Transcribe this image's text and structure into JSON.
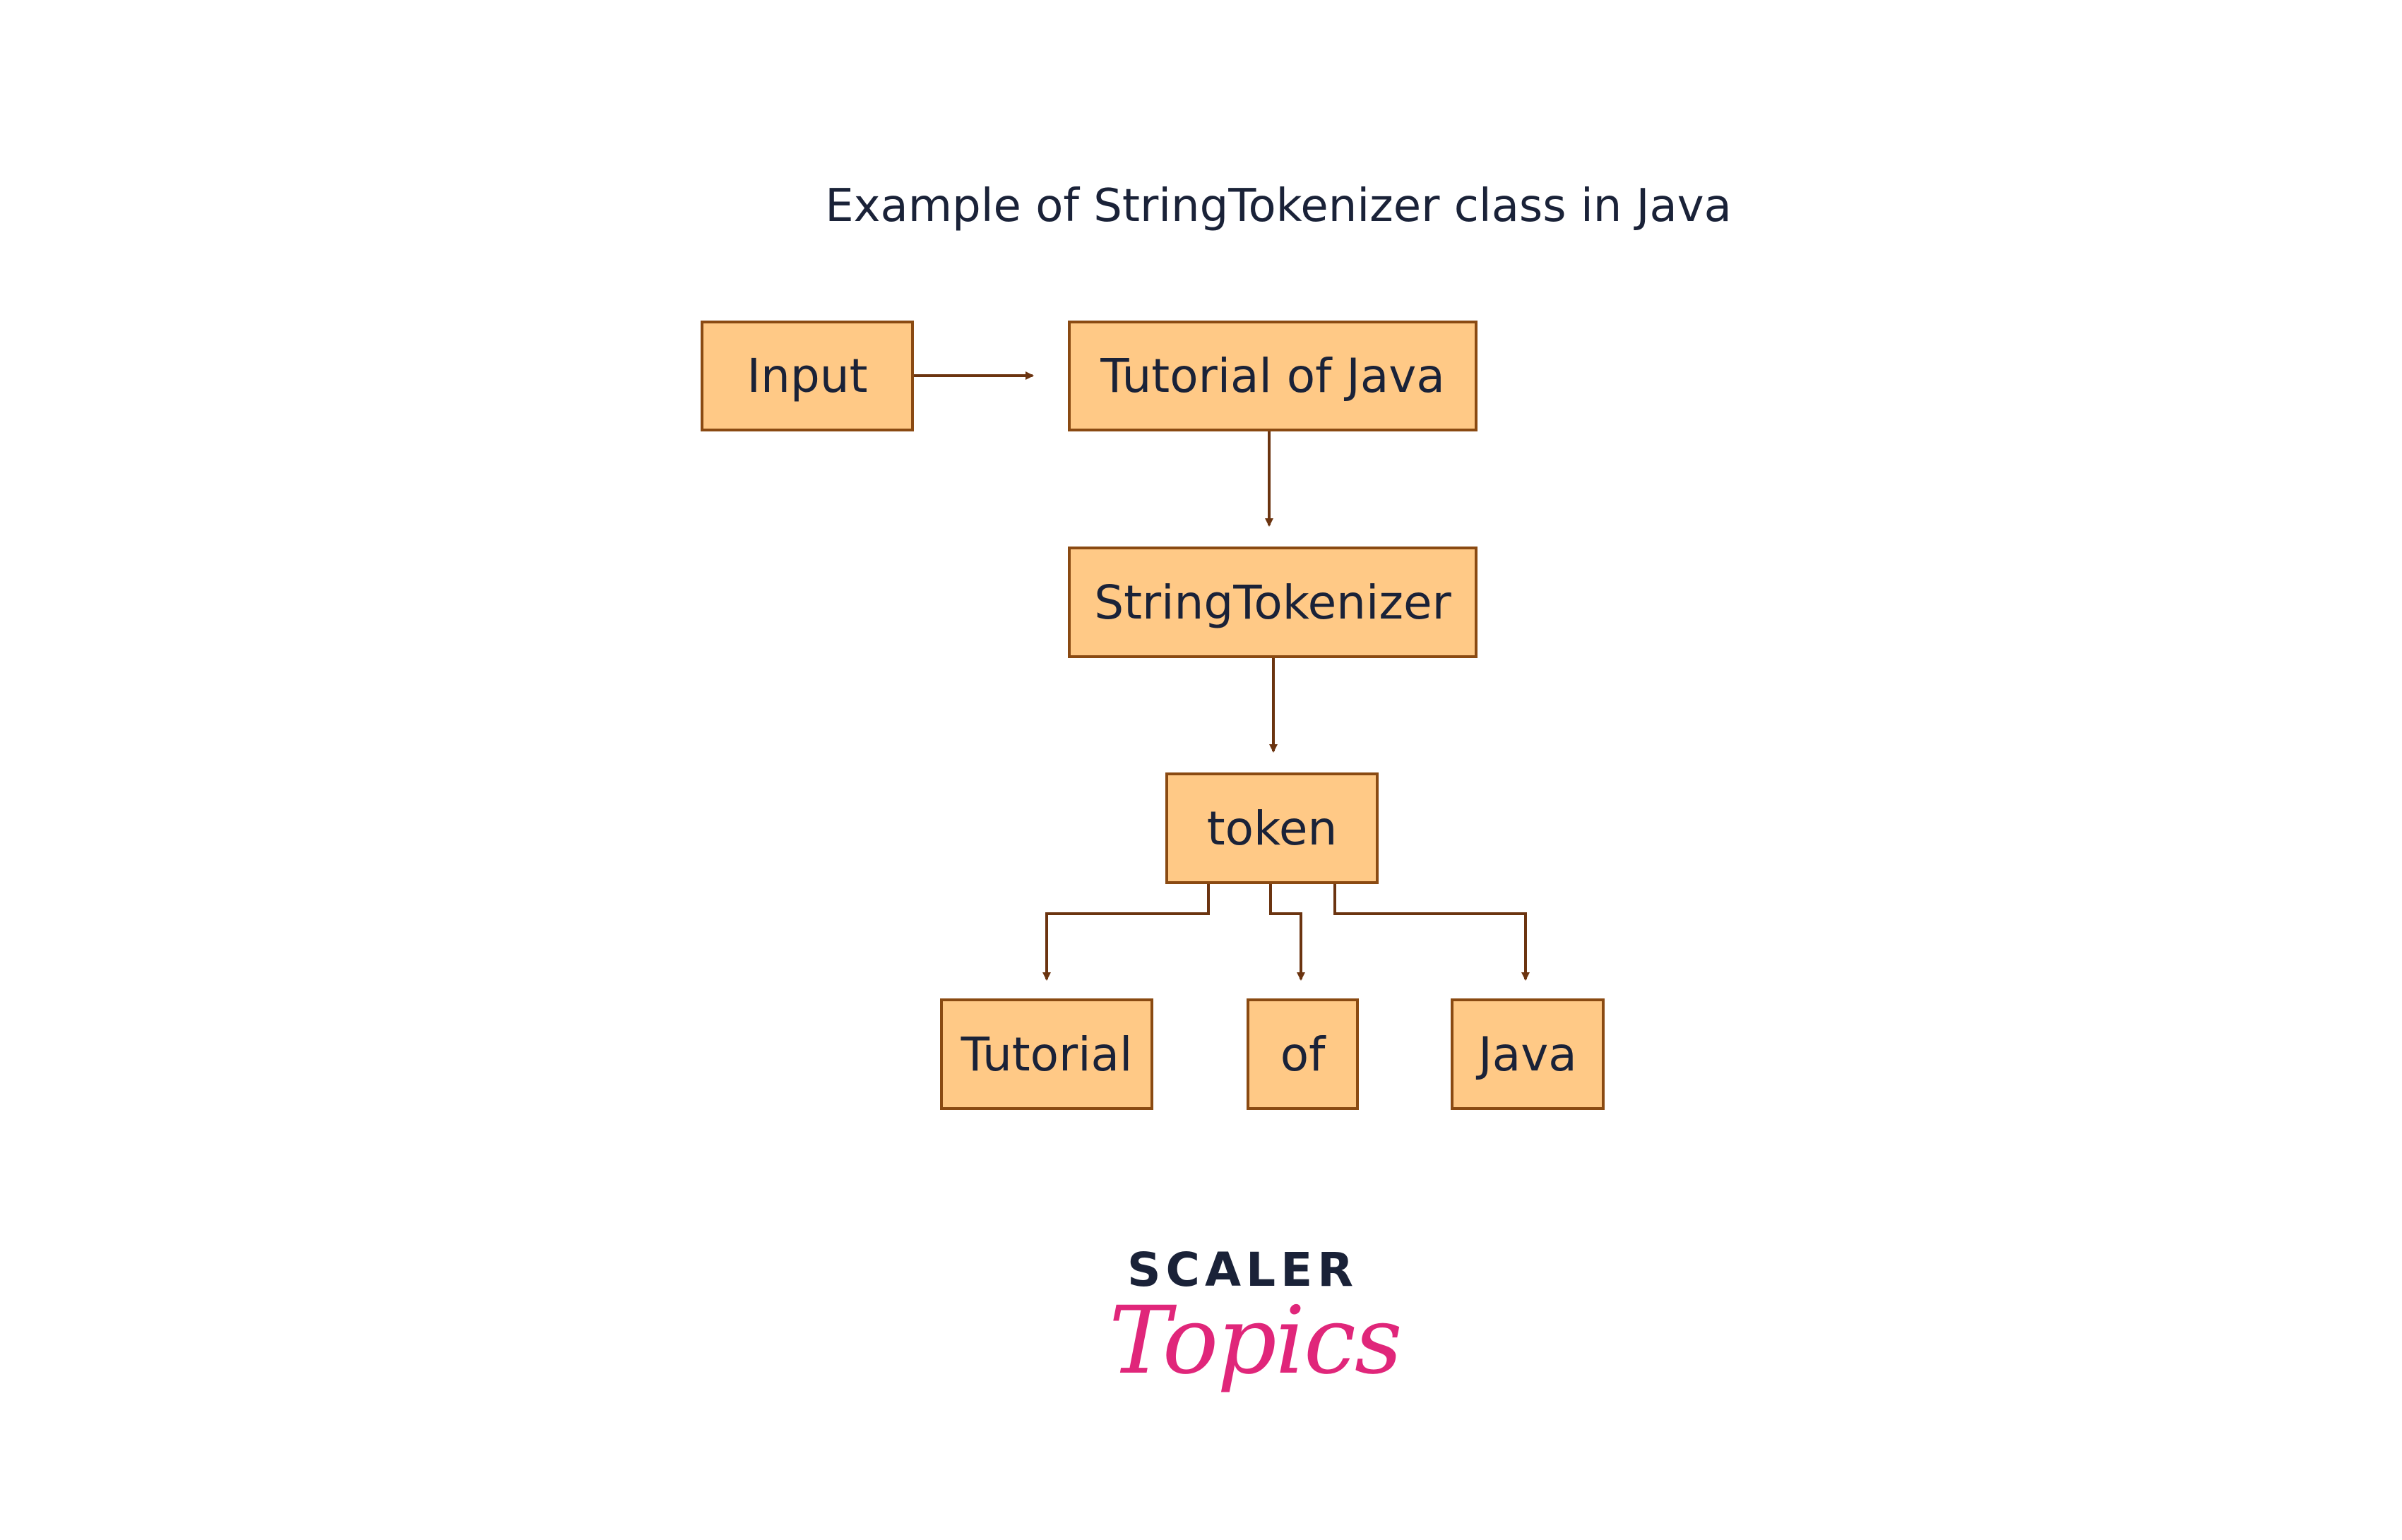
{
  "title": "Example of StringTokenizer class in Java",
  "nodes": {
    "input": "Input",
    "string": "Tutorial of Java",
    "tokenizer": "StringTokenizer",
    "token": "token",
    "tokens": [
      "Tutorial",
      "of",
      "Java"
    ]
  },
  "edges": [
    {
      "from": "input",
      "to": "string"
    },
    {
      "from": "string",
      "to": "tokenizer"
    },
    {
      "from": "tokenizer",
      "to": "token"
    },
    {
      "from": "token",
      "to": "tokens.0"
    },
    {
      "from": "token",
      "to": "tokens.1"
    },
    {
      "from": "token",
      "to": "tokens.2"
    }
  ],
  "logo": {
    "line1": "SCALER",
    "line2": "Topics"
  },
  "colors": {
    "node_fill": "#ffc986",
    "node_border": "#8a4a12",
    "arrow": "#6b3410",
    "text": "#1a2238",
    "logo_accent": "#e0267a"
  }
}
